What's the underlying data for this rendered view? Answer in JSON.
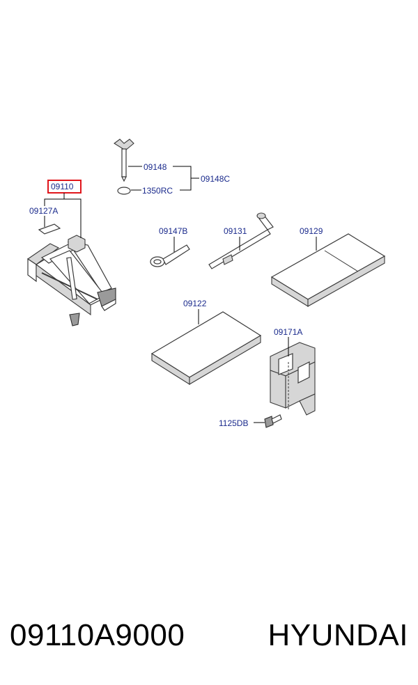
{
  "diagram": {
    "highlighted_part": "09110",
    "callouts": {
      "p09110": "09110",
      "p09127A": "09127A",
      "p09148": "09148",
      "p09148C": "09148C",
      "p1350RC": "1350RC",
      "p09147B": "09147B",
      "p09131": "09131",
      "p09129": "09129",
      "p09122": "09122",
      "p09171A": "09171A",
      "p1125DB": "1125DB"
    },
    "colors": {
      "callout_text": "#1a2a8c",
      "highlight_box": "#e0151b"
    }
  },
  "footer": {
    "part_number": "09110A9000",
    "brand": "HYUNDAI"
  }
}
